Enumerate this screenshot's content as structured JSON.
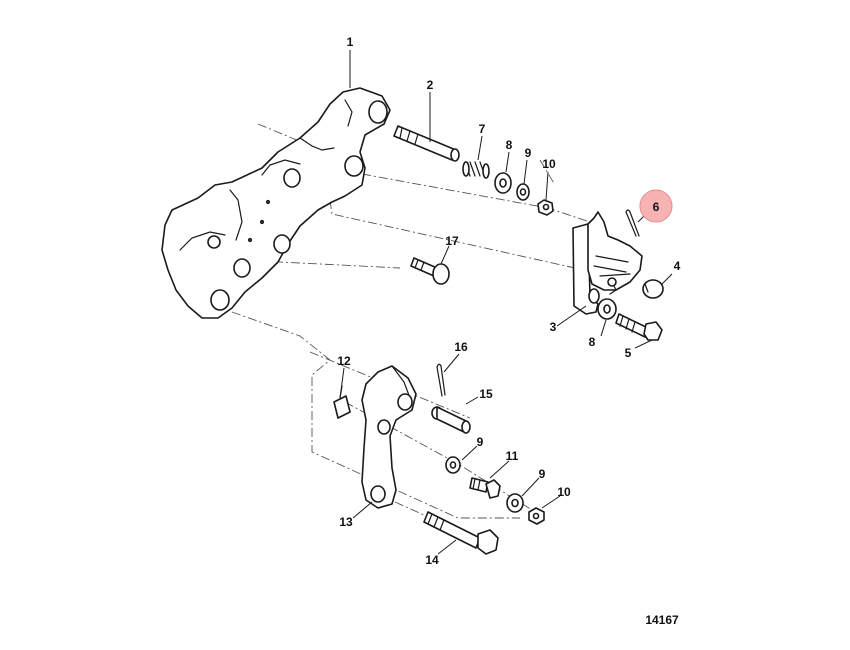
{
  "figure_number": "14167",
  "highlight_color": "#f7b3b3",
  "callouts": [
    {
      "id": "c1",
      "label": "1"
    },
    {
      "id": "c2",
      "label": "2"
    },
    {
      "id": "c3",
      "label": "3"
    },
    {
      "id": "c4",
      "label": "4"
    },
    {
      "id": "c5",
      "label": "5"
    },
    {
      "id": "c6",
      "label": "6",
      "highlighted": true
    },
    {
      "id": "c7",
      "label": "7"
    },
    {
      "id": "c8a",
      "label": "8"
    },
    {
      "id": "c8b",
      "label": "8"
    },
    {
      "id": "c9a",
      "label": "9"
    },
    {
      "id": "c9b",
      "label": "9"
    },
    {
      "id": "c9c",
      "label": "9"
    },
    {
      "id": "c10a",
      "label": "10"
    },
    {
      "id": "c10b",
      "label": "10"
    },
    {
      "id": "c11",
      "label": "11"
    },
    {
      "id": "c12",
      "label": "12"
    },
    {
      "id": "c13",
      "label": "13"
    },
    {
      "id": "c14",
      "label": "14"
    },
    {
      "id": "c15",
      "label": "15"
    },
    {
      "id": "c16",
      "label": "16"
    },
    {
      "id": "c17",
      "label": "17"
    }
  ]
}
